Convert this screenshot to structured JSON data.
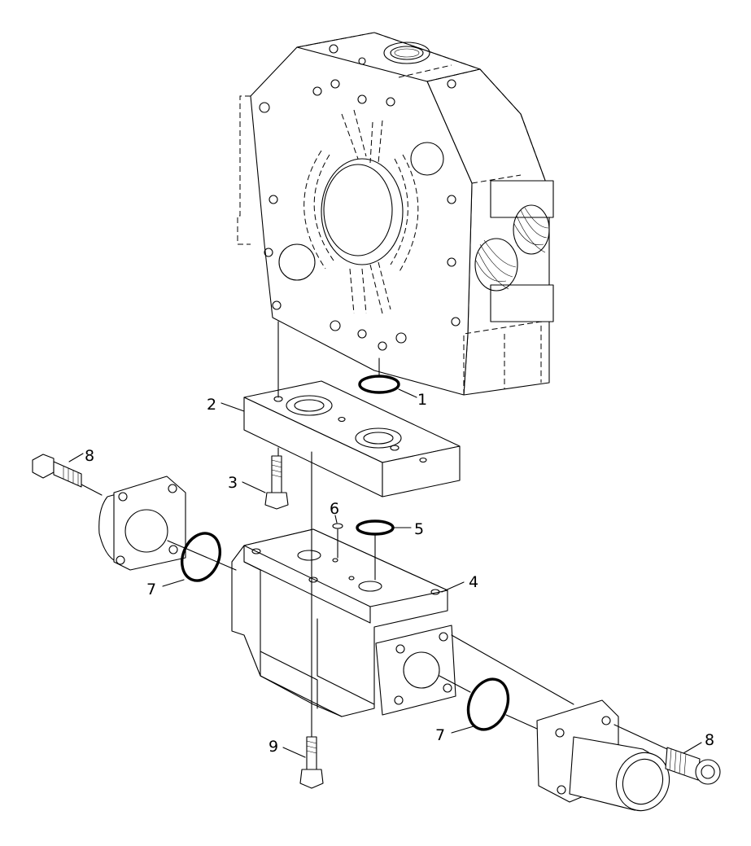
{
  "callouts": {
    "c1": "1",
    "c2": "2",
    "c3": "3",
    "c4": "4",
    "c5": "5",
    "c6": "6",
    "c7a": "7",
    "c7b": "7",
    "c8a": "8",
    "c8b": "8",
    "c9": "9"
  }
}
